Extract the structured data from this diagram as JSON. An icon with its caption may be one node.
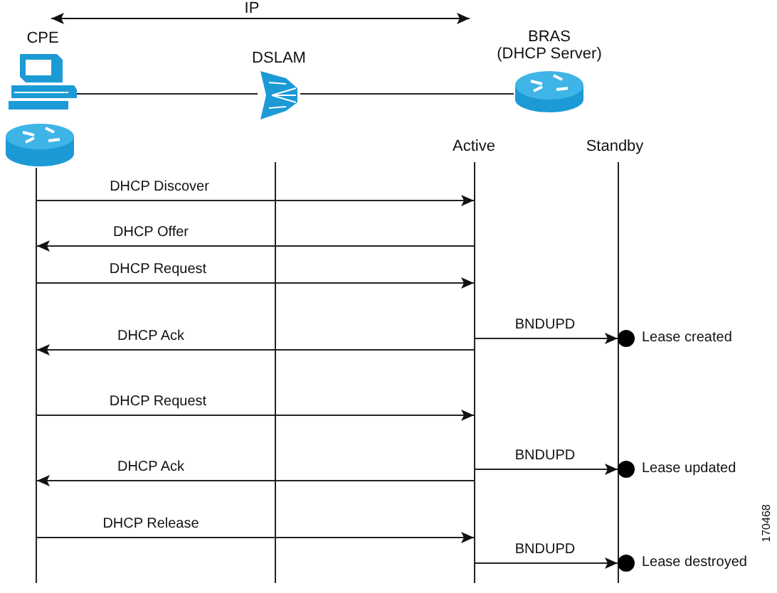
{
  "diagram": {
    "nodes": [
      {
        "text": [
          "CPE"
        ]
      },
      {
        "text": [
          "DSLAM"
        ]
      },
      {
        "text": [
          "BRAS",
          "(DHCP Server)"
        ]
      },
      {
        "text": [],
        "shape": "bar"
      },
      {
        "text": [],
        "shape": "bar"
      },
      {
        "text": [],
        "shape": "bar"
      },
      {
        "text": [],
        "shape": "bar"
      },
      {
        "text": [],
        "shape": "circle",
        "beside": [
          "Lease created"
        ]
      },
      {
        "text": [],
        "shape": "circle",
        "beside": [
          "Lease updated"
        ]
      },
      {
        "text": [],
        "shape": "circle",
        "beside": [
          "Lease destroyed"
        ]
      }
    ],
    "edges": [
      {
        "from": 0,
        "to": 1,
        "arrow": "none"
      },
      {
        "from": 1,
        "to": 2,
        "arrow": "none"
      },
      {
        "from": 3,
        "to": 5,
        "arrow": "to",
        "label": "DHCP Discover"
      },
      {
        "from": 5,
        "to": 3,
        "arrow": "to",
        "label": "DHCP Offer"
      },
      {
        "from": 3,
        "to": 5,
        "arrow": "to",
        "label": "DHCP Request"
      },
      {
        "from": 5,
        "to": 7,
        "arrow": "to",
        "label": "BNDUPD"
      },
      {
        "from": 5,
        "to": 3,
        "arrow": "to",
        "label": "DHCP Ack"
      },
      {
        "from": 3,
        "to": 5,
        "arrow": "to",
        "label": "DHCP Request"
      },
      {
        "from": 5,
        "to": 8,
        "arrow": "to",
        "label": "BNDUPD"
      },
      {
        "from": 5,
        "to": 3,
        "arrow": "to",
        "label": "DHCP Ack"
      },
      {
        "from": 3,
        "to": 5,
        "arrow": "to",
        "label": "DHCP Release"
      },
      {
        "from": 5,
        "to": 9,
        "arrow": "to",
        "label": "BNDUPD"
      }
    ],
    "labels": [
      "IP",
      "Active",
      "Standby",
      "170468"
    ]
  }
}
